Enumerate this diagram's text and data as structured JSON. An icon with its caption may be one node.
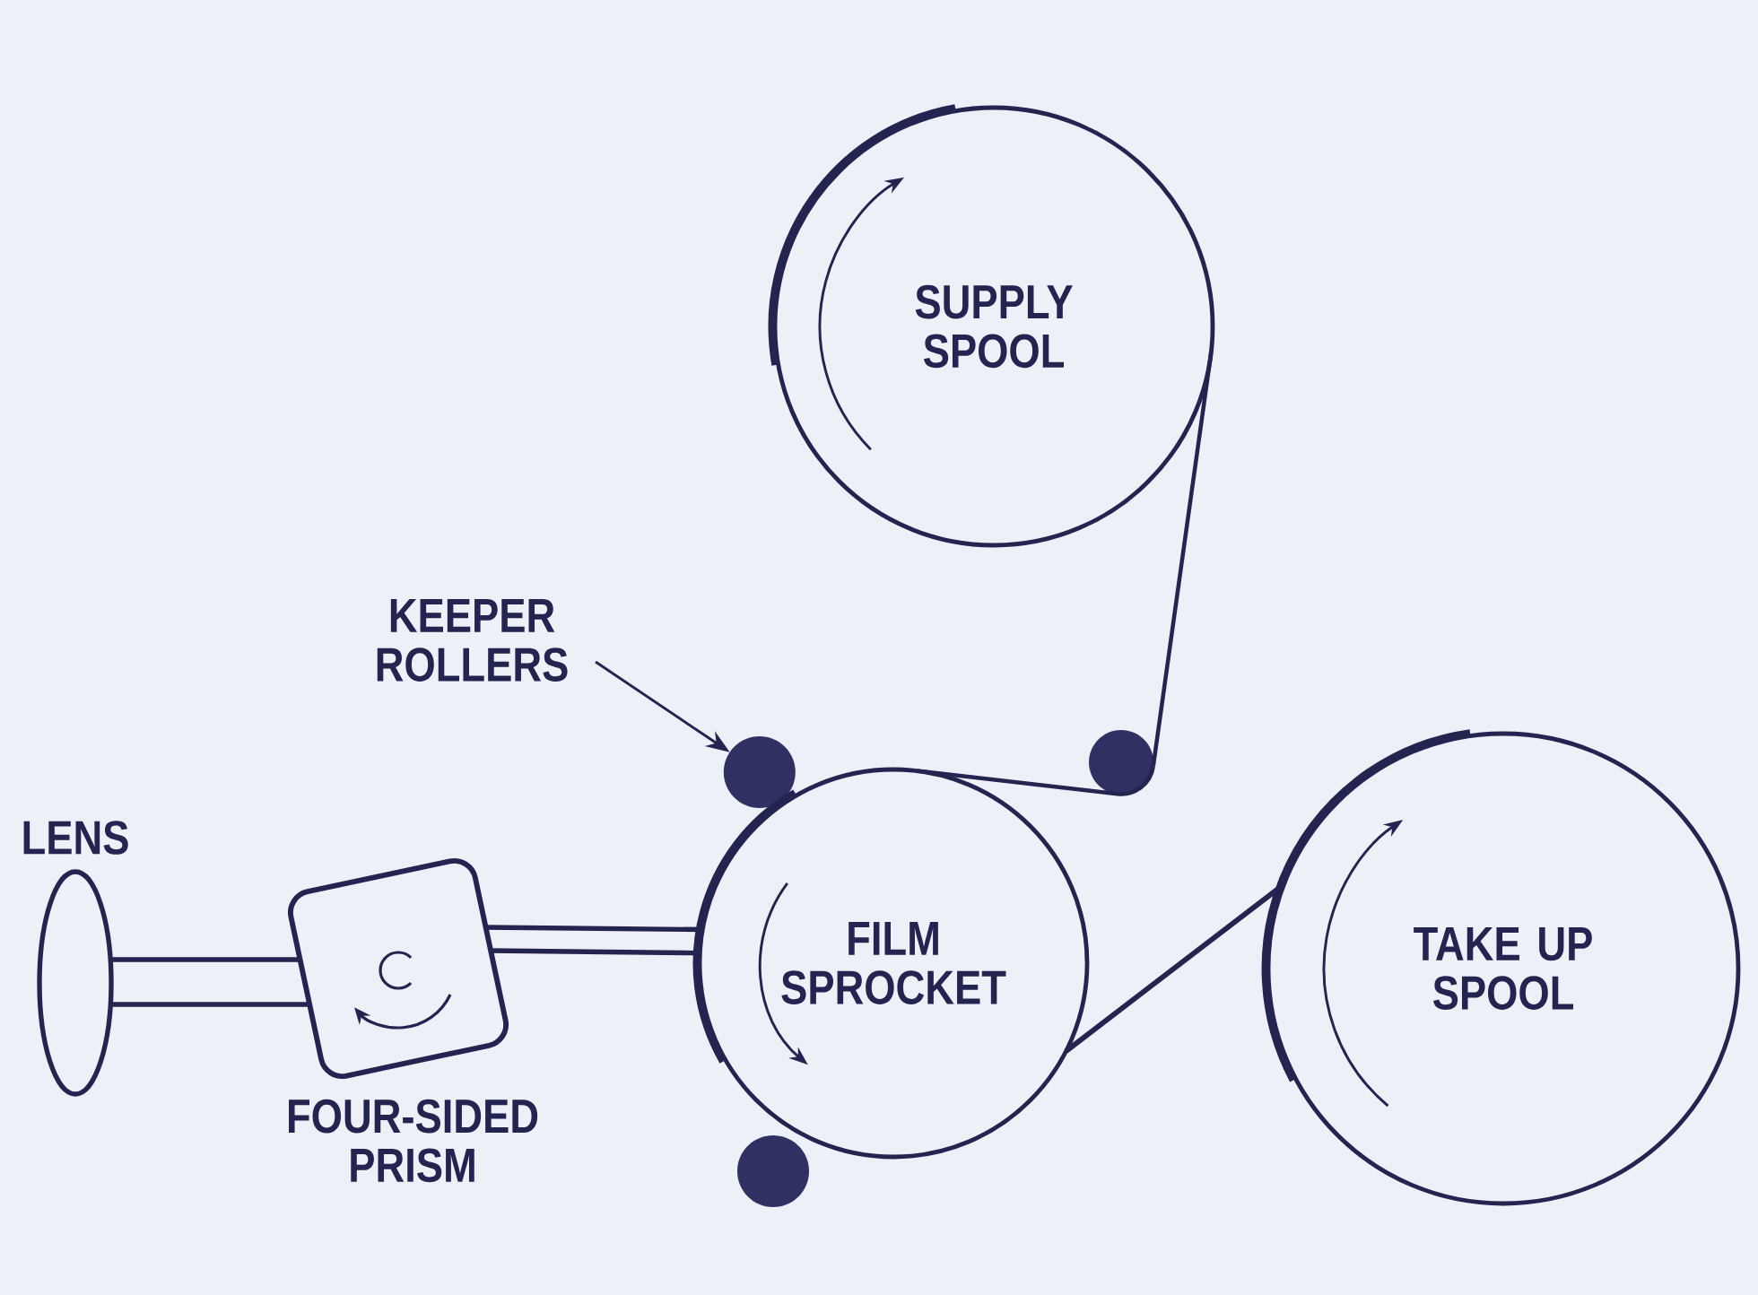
{
  "diagram": {
    "nodes": [
      {
        "text": [
          "SUPPLY SPOOL"
        ]
      },
      {
        "text": [
          "KEEPER ROLLERS"
        ]
      },
      {
        "text": [],
        "shape": "circle"
      },
      {
        "text": [],
        "shape": "circle"
      },
      {
        "text": [
          "LENS"
        ]
      },
      {
        "text": [
          "FOUR-SIDED PRISM"
        ]
      },
      {
        "text": [
          "FILM SPROCKET"
        ]
      },
      {
        "text": [
          "TAKE UP SPOOL"
        ]
      },
      {
        "text": [],
        "shape": "circle"
      }
    ],
    "edges": [
      {
        "from": 1,
        "to": 2,
        "arrow": "to"
      },
      {
        "from": 0,
        "to": 3,
        "arrow": "none"
      },
      {
        "from": 3,
        "to": 6,
        "arrow": "none"
      },
      {
        "from": 6,
        "to": 7,
        "arrow": "none"
      },
      {
        "from": 4,
        "to": 5,
        "arrow": "none"
      },
      {
        "from": 4,
        "to": 5,
        "arrow": "none"
      },
      {
        "from": 5,
        "to": 6,
        "arrow": "none"
      },
      {
        "from": 5,
        "to": 6,
        "arrow": "none"
      }
    ]
  }
}
